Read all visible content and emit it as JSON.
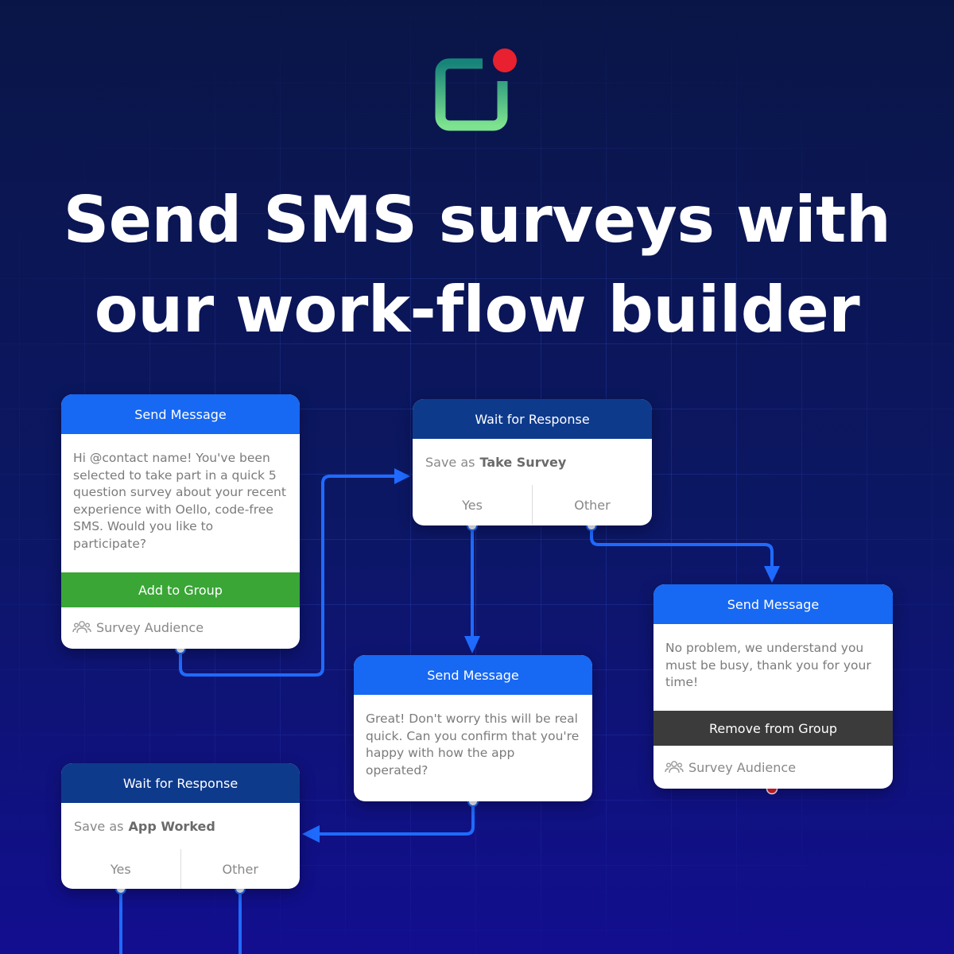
{
  "headline": {
    "line1": "Send SMS surveys with",
    "line2": "our work-flow builder"
  },
  "colors": {
    "background_top": "#0a1547",
    "background_bottom": "#120e8f",
    "header_blue": "#1768f2",
    "header_navy": "#0e3a8c",
    "add_group_green": "#3aa636",
    "remove_group_dark": "#3b3b3b",
    "connector": "#1f6bff",
    "alert_dot": "#e8202f"
  },
  "cards": {
    "send1": {
      "title": "Send Message",
      "message": "Hi @contact name! You've been selected to take part in a quick 5 question survey about your recent experience with Oello, code-free SMS. Would you like to participate?",
      "action": "Add to Group",
      "audience": "Survey Audience"
    },
    "wait1": {
      "title": "Wait for Response",
      "save_label": "Save as",
      "save_value": "Take Survey",
      "option_yes": "Yes",
      "option_other": "Other"
    },
    "send2": {
      "title": "Send Message",
      "message": "No problem, we understand you must be busy, thank you for your time!",
      "action": "Remove from Group",
      "audience": "Survey Audience"
    },
    "send3": {
      "title": "Send Message",
      "message": "Great! Don't worry this will be real quick. Can you confirm that you're happy with how the app operated?"
    },
    "wait2": {
      "title": "Wait for Response",
      "save_label": "Save as",
      "save_value": "App Worked",
      "option_yes": "Yes",
      "option_other": "Other"
    }
  }
}
